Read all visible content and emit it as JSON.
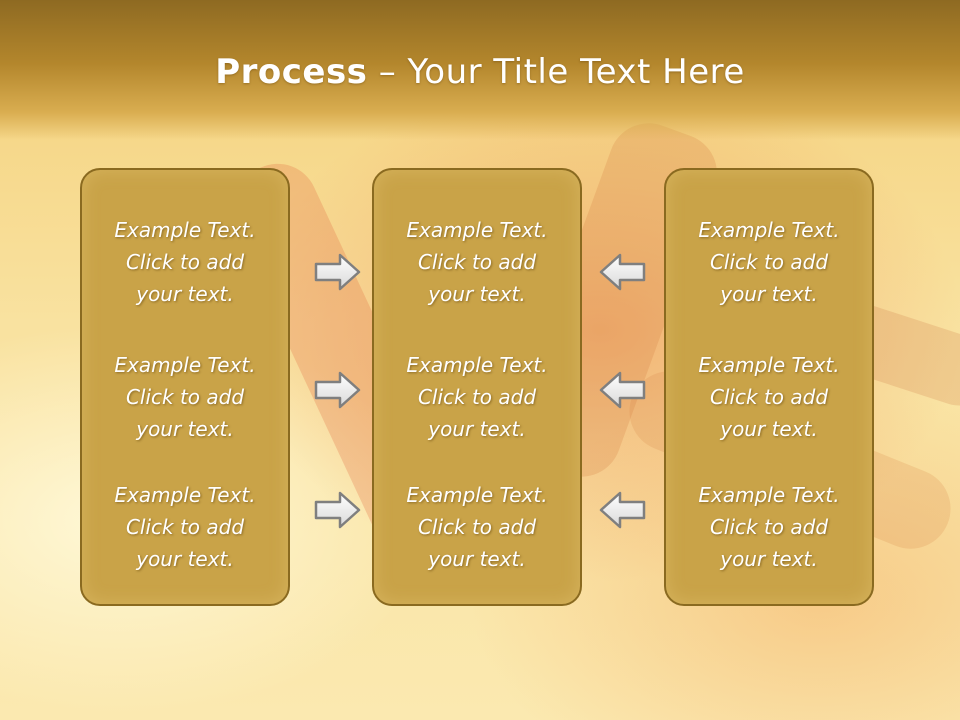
{
  "slide": {
    "title_bold": "Process",
    "title_rest": " – Your Title Text Here"
  },
  "panels": [
    {
      "items": [
        {
          "line1": "Example Text.",
          "line2": "Click  to add",
          "line3": "your text."
        },
        {
          "line1": "Example Text.",
          "line2": "Click  to add",
          "line3": "your text."
        },
        {
          "line1": "Example Text.",
          "line2": "Click  to add",
          "line3": "your text."
        }
      ]
    },
    {
      "items": [
        {
          "line1": "Example Text.",
          "line2": "Click  to add",
          "line3": "your text."
        },
        {
          "line1": "Example Text.",
          "line2": "Click  to add",
          "line3": "your text."
        },
        {
          "line1": "Example Text.",
          "line2": "Click  to add",
          "line3": "your text."
        }
      ]
    },
    {
      "items": [
        {
          "line1": "Example Text.",
          "line2": "Click  to add",
          "line3": "your text."
        },
        {
          "line1": "Example Text.",
          "line2": "Click  to add",
          "line3": "your text."
        },
        {
          "line1": "Example Text.",
          "line2": "Click  to add",
          "line3": "your text."
        }
      ]
    }
  ],
  "arrows": {
    "left_column": [
      "right-arrow-icon",
      "right-arrow-icon",
      "right-arrow-icon"
    ],
    "right_column": [
      "left-arrow-icon",
      "left-arrow-icon",
      "left-arrow-icon"
    ]
  },
  "colors": {
    "panel_fill": "#c9a348",
    "panel_border": "#8a6a20",
    "banner": "#a87d28"
  }
}
